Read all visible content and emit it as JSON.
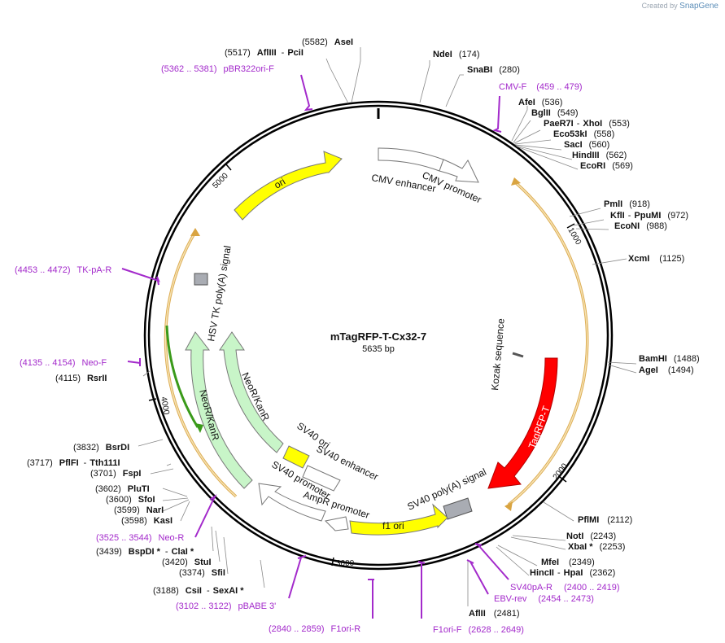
{
  "watermark": {
    "prefix": "Created by",
    "brand": "SnapGene"
  },
  "plasmid": {
    "name": "mTagRFP-T-Cx32-7",
    "length_label": "5635 bp",
    "length": 5635
  },
  "ticks": [
    "1000",
    "2000",
    "3000",
    "4000",
    "5000"
  ],
  "features": [
    {
      "name": "ori",
      "color": "#ffff00"
    },
    {
      "name": "CMV enhancer",
      "color": "#ffffff"
    },
    {
      "name": "CMV promoter",
      "color": "#ffffff"
    },
    {
      "name": "TagRFP-T",
      "color": "#ff0000"
    },
    {
      "name": "Kozak sequence",
      "color": "#ffffff"
    },
    {
      "name": "SV40 poly(A) signal",
      "color": "#a9acb3"
    },
    {
      "name": "f1 ori",
      "color": "#ffff00"
    },
    {
      "name": "AmpR promoter",
      "color": "#ffffff"
    },
    {
      "name": "SV40 promoter",
      "color": "#ffffff"
    },
    {
      "name": "SV40 enhancer",
      "color": "#ffffff"
    },
    {
      "name": "SV40 ori",
      "color": "#ffff00"
    },
    {
      "name": "NeoR/KanR",
      "color": "#c8f5c8"
    },
    {
      "name": "HSV TK poly(A) signal",
      "color": "#a9acb3"
    }
  ],
  "enzymes_right": [
    {
      "name": "NdeI",
      "pos": "(174)"
    },
    {
      "name": "SnaBI",
      "pos": "(280)"
    },
    {
      "name": "AfeI",
      "pos": "(536)"
    },
    {
      "name": "BglII",
      "pos": "(549)"
    },
    {
      "name": "PaeR7I",
      "name2": "XhoI",
      "pos": "(553)"
    },
    {
      "name": "Eco53kI",
      "pos": "(558)"
    },
    {
      "name": "SacI",
      "pos": "(560)"
    },
    {
      "name": "HindIII",
      "pos": "(562)"
    },
    {
      "name": "EcoRI",
      "pos": "(569)"
    },
    {
      "name": "PmlI",
      "pos": "(918)"
    },
    {
      "name": "KflI",
      "name2": "PpuMI",
      "pos": "(972)"
    },
    {
      "name": "EcoNI",
      "pos": "(988)"
    },
    {
      "name": "XcmI",
      "pos": "(1125)"
    },
    {
      "name": "BamHI",
      "pos": "(1488)"
    },
    {
      "name": "AgeI",
      "pos": "(1494)"
    },
    {
      "name": "PflMI",
      "pos": "(2112)"
    },
    {
      "name": "NotI",
      "pos": "(2243)"
    },
    {
      "name": "XbaI *",
      "pos": "(2253)"
    },
    {
      "name": "MfeI",
      "pos": "(2349)"
    },
    {
      "name": "HincII",
      "name2": "HpaI",
      "pos": "(2362)"
    },
    {
      "name": "AflII",
      "pos": "(2481)"
    }
  ],
  "enzymes_left": [
    {
      "name": "AseI",
      "pos": "(5582)"
    },
    {
      "name": "AflIII",
      "name2": "PciI",
      "pos": "(5517)"
    },
    {
      "name": "RsrII",
      "pos": "(4115)"
    },
    {
      "name": "BsrDI",
      "pos": "(3832)"
    },
    {
      "name": "PflFI",
      "name2": "Tth111I",
      "pos": "(3717)"
    },
    {
      "name": "FspI",
      "pos": "(3701)"
    },
    {
      "name": "PluTI",
      "pos": "(3602)"
    },
    {
      "name": "SfoI",
      "pos": "(3600)"
    },
    {
      "name": "NarI",
      "pos": "(3599)"
    },
    {
      "name": "KasI",
      "pos": "(3598)"
    },
    {
      "name": "BspDI *",
      "name2": "ClaI *",
      "pos": "(3439)"
    },
    {
      "name": "StuI",
      "pos": "(3420)"
    },
    {
      "name": "SfiI",
      "pos": "(3374)"
    },
    {
      "name": "CsiI",
      "name2": "SexAI *",
      "pos": "(3188)"
    }
  ],
  "primers": [
    {
      "name": "pBR322ori-F",
      "range": "(5362 .. 5381)"
    },
    {
      "name": "CMV-F",
      "range": "(459 .. 479)"
    },
    {
      "name": "TK-pA-R",
      "range": "(4453 .. 4472)"
    },
    {
      "name": "Neo-F",
      "range": "(4135 .. 4154)"
    },
    {
      "name": "Neo-R",
      "range": "(3525 .. 3544)"
    },
    {
      "name": "pBABE 3'",
      "range": "(3102 .. 3122)"
    },
    {
      "name": "F1ori-R",
      "range": "(2840 .. 2859)"
    },
    {
      "name": "F1ori-F",
      "range": "(2628 .. 2649)"
    },
    {
      "name": "EBV-rev",
      "range": "(2454 .. 2473)"
    },
    {
      "name": "SV40pA-R",
      "range": "(2400 .. 2419)"
    }
  ],
  "colors": {
    "backbone": "#000000",
    "primer": "#a32acb",
    "orf_outline": "#d9a441",
    "neo_orf": "#3a9a1a"
  }
}
